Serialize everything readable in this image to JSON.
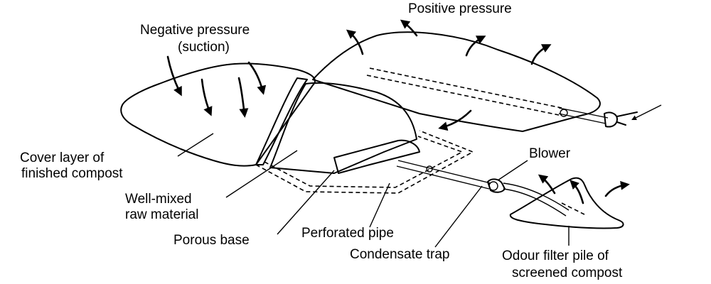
{
  "labels": {
    "positive_pressure": "Positive pressure",
    "negative_pressure_line1": "Negative pressure",
    "negative_pressure_line2": "(suction)",
    "cover_line1": "Cover layer of",
    "cover_line2": "finished compost",
    "raw_line1": "Well-mixed",
    "raw_line2": "raw material",
    "porous_base": "Porous base",
    "perforated_pipe": "Perforated pipe",
    "condensate_trap": "Condensate trap",
    "blower": "Blower",
    "filter_line1": "Odour filter pile of",
    "filter_line2": "screened compost"
  }
}
